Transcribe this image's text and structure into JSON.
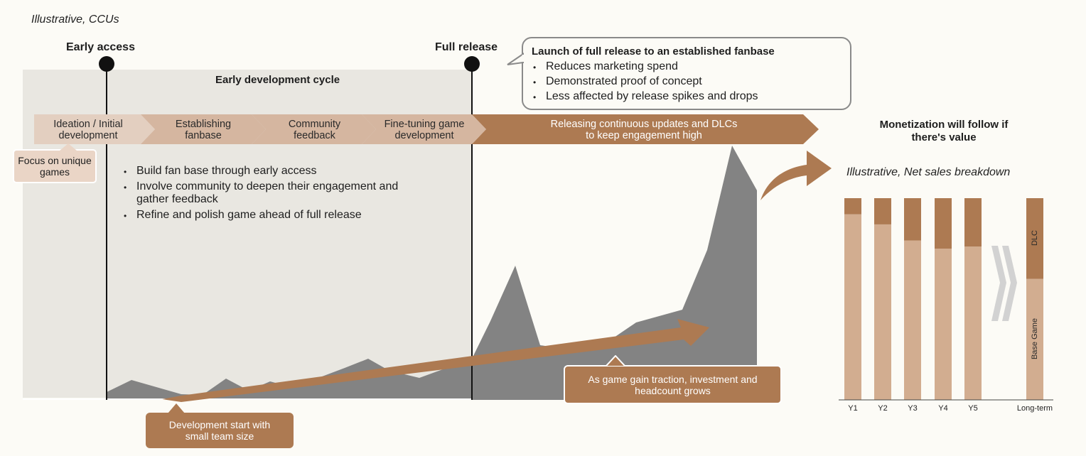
{
  "header": {
    "title": "Illustrative, CCUs"
  },
  "milestones": {
    "early_access": "Early access",
    "full_release": "Full release"
  },
  "early_cycle": {
    "title": "Early development cycle",
    "bullets": [
      "Build fan base through early access",
      "Involve community to deepen their engagement and gather feedback",
      "Refine and polish game ahead of full release"
    ]
  },
  "phases": [
    "Ideation / Initial development",
    "Establishing fanbase",
    "Community feedback",
    "Fine-tuning game development",
    "Releasing continuous updates and DLCs to keep engagement high"
  ],
  "focus_note": "Focus on unique games",
  "launch_callout": {
    "title": "Launch of full release to an established fanbase",
    "bullets": [
      "Reduces marketing spend",
      "Demonstrated proof of concept",
      "Less affected by release spikes and drops"
    ]
  },
  "dev_start_note": "Development start with small team size",
  "traction_note": "As game gain traction, investment and headcount grows",
  "monetization": {
    "title": "Monetization will follow if there's value",
    "subtitle": "Illustrative, Net sales breakdown"
  },
  "chart_data": {
    "type": "bar",
    "subtitle": "Illustrative, Net sales breakdown",
    "categories": [
      "Y1",
      "Y2",
      "Y3",
      "Y4",
      "Y5",
      "Long-term"
    ],
    "series": [
      {
        "name": "Base Game",
        "values": [
          92,
          87,
          79,
          75,
          76,
          60
        ],
        "color": "#d2ad90"
      },
      {
        "name": "DLC",
        "values": [
          8,
          13,
          21,
          25,
          24,
          40
        ],
        "color": "#ad7a52"
      }
    ],
    "ylim": [
      0,
      100
    ],
    "stacked": true
  },
  "colors": {
    "background": "#fcfbf6",
    "panel": "#e9e7e1",
    "phase_light": "#d5b6a0",
    "phase_dark": "#ad7a52",
    "area": "#838383",
    "note_dark": "#ad7a52"
  }
}
